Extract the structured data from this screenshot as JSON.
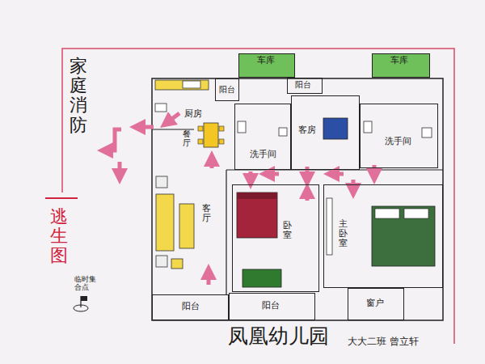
{
  "diagram": {
    "title": "家庭消防",
    "caption": "凤凰幼儿园",
    "nodes": [
      {
        "text": [
          "车库"
        ]
      },
      {
        "text": [
          "车库"
        ]
      },
      {
        "text": [
          "厨房"
        ]
      },
      {
        "text": [
          "阳台"
        ]
      },
      {
        "text": [
          "阳台"
        ]
      },
      {
        "text": [
          "洗手间"
        ]
      },
      {
        "text": [
          "客房"
        ]
      },
      {
        "text": [
          "洗手间"
        ]
      },
      {
        "text": [
          "客厅"
        ]
      },
      {
        "text": [
          "卧室"
        ]
      },
      {
        "text": [
          "主卧室"
        ]
      },
      {
        "text": [
          "阳台"
        ]
      },
      {
        "text": [
          "阳台"
        ]
      },
      {
        "text": [
          "窗户"
        ]
      }
    ],
    "labels": [
      "逃生图",
      "餐厅",
      "临时集合点",
      "大大二班 曾立轩"
    ]
  }
}
